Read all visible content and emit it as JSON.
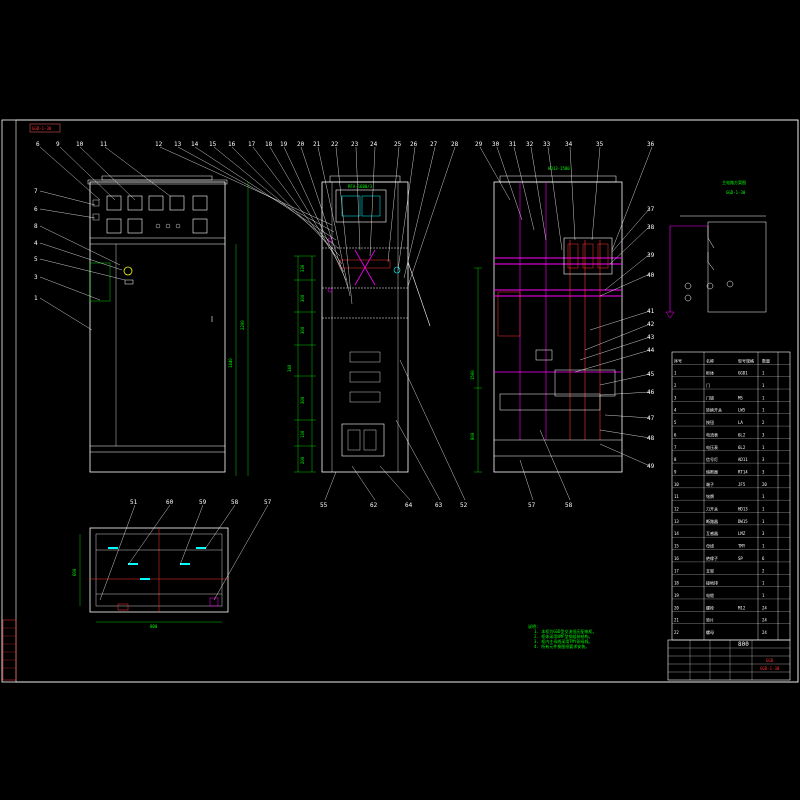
{
  "colors": {
    "background": "#000000",
    "frame": "#ffffff",
    "outline": "#ffffff",
    "dimension": "#00ff00",
    "busbar": "#ff00ff",
    "component": "#ff3030",
    "insulator": "#00ffff",
    "note": "#00ff00",
    "title_label": "#ff6060"
  },
  "drawing": {
    "title_tag": "GGD-1-30",
    "front_view": {
      "balloons": [
        "6",
        "9",
        "10",
        "11",
        "7",
        "6",
        "8",
        "4",
        "5",
        "3",
        "1"
      ],
      "dims": [
        "1440",
        "2200"
      ]
    },
    "side_section": {
      "top_balloons": [
        "12",
        "13",
        "14",
        "15",
        "16",
        "17",
        "18",
        "19",
        "20",
        "21",
        "22",
        "23",
        "24",
        "25",
        "26",
        "27",
        "28"
      ],
      "bottom_balloons": [
        "55",
        "62",
        "64",
        "63",
        "52"
      ],
      "dims": [
        "330",
        "300",
        "300",
        "340",
        "300",
        "130",
        "200"
      ],
      "tag": "RFA-1600/3"
    },
    "rear_view": {
      "top_balloons": [
        "29",
        "30",
        "31",
        "32",
        "33",
        "34",
        "35",
        "36"
      ],
      "right_balloons": [
        "37",
        "38",
        "39",
        "40",
        "41",
        "42",
        "43",
        "44",
        "45",
        "46",
        "47",
        "48",
        "49"
      ],
      "bottom_balloons": [
        "57",
        "58"
      ],
      "dims": [
        "1500",
        "800"
      ],
      "tag": "HD13-1500"
    },
    "plan_view": {
      "balloons": [
        "51",
        "60",
        "59",
        "58",
        "57"
      ],
      "dims": [
        "600",
        "800"
      ]
    },
    "schematic": {
      "title": "主电路方案图",
      "subtitle": "GGD-1-30"
    },
    "notes": [
      "说明:",
      "1. 本柜为GGD型交流低压配电柜。",
      "2. 柜体采用8MF型钢组装结构。",
      "3. 柜内主母线采用TMY铜母线。",
      "4. 所有元件按图纸要求安装。"
    ],
    "parts_table": {
      "header": [
        "序号",
        "名称",
        "型号规格",
        "数量"
      ],
      "rows": [
        [
          "1",
          "柜体",
          "GGD1",
          "1"
        ],
        [
          "2",
          "门",
          "",
          "1"
        ],
        [
          "3",
          "门锁",
          "MS",
          "1"
        ],
        [
          "4",
          "转换开关",
          "LW5",
          "1"
        ],
        [
          "5",
          "按钮",
          "LA",
          "2"
        ],
        [
          "6",
          "电流表",
          "6L2",
          "3"
        ],
        [
          "7",
          "电压表",
          "6L2",
          "1"
        ],
        [
          "8",
          "信号灯",
          "AD11",
          "3"
        ],
        [
          "9",
          "熔断器",
          "RT14",
          "3"
        ],
        [
          "10",
          "端子",
          "JF5",
          "20"
        ],
        [
          "11",
          "铭牌",
          "",
          "1"
        ],
        [
          "12",
          "刀开关",
          "HD13",
          "1"
        ],
        [
          "13",
          "断路器",
          "DW15",
          "1"
        ],
        [
          "14",
          "互感器",
          "LMZ",
          "3"
        ],
        [
          "15",
          "母线",
          "TMY",
          "1"
        ],
        [
          "16",
          "绝缘子",
          "SP",
          "6"
        ],
        [
          "17",
          "支架",
          "",
          "2"
        ],
        [
          "18",
          "接地排",
          "",
          "1"
        ],
        [
          "19",
          "电缆",
          "",
          "1"
        ],
        [
          "20",
          "螺栓",
          "M12",
          "24"
        ],
        [
          "21",
          "垫片",
          "",
          "24"
        ],
        [
          "22",
          "螺母",
          "",
          "24"
        ]
      ],
      "summary": [
        "",
        "",
        "800",
        ""
      ]
    },
    "title_block": {
      "name": "GGD",
      "code": "GGD-1-30"
    },
    "revision_block": [
      "",
      "",
      "",
      "",
      "",
      "",
      ""
    ]
  }
}
